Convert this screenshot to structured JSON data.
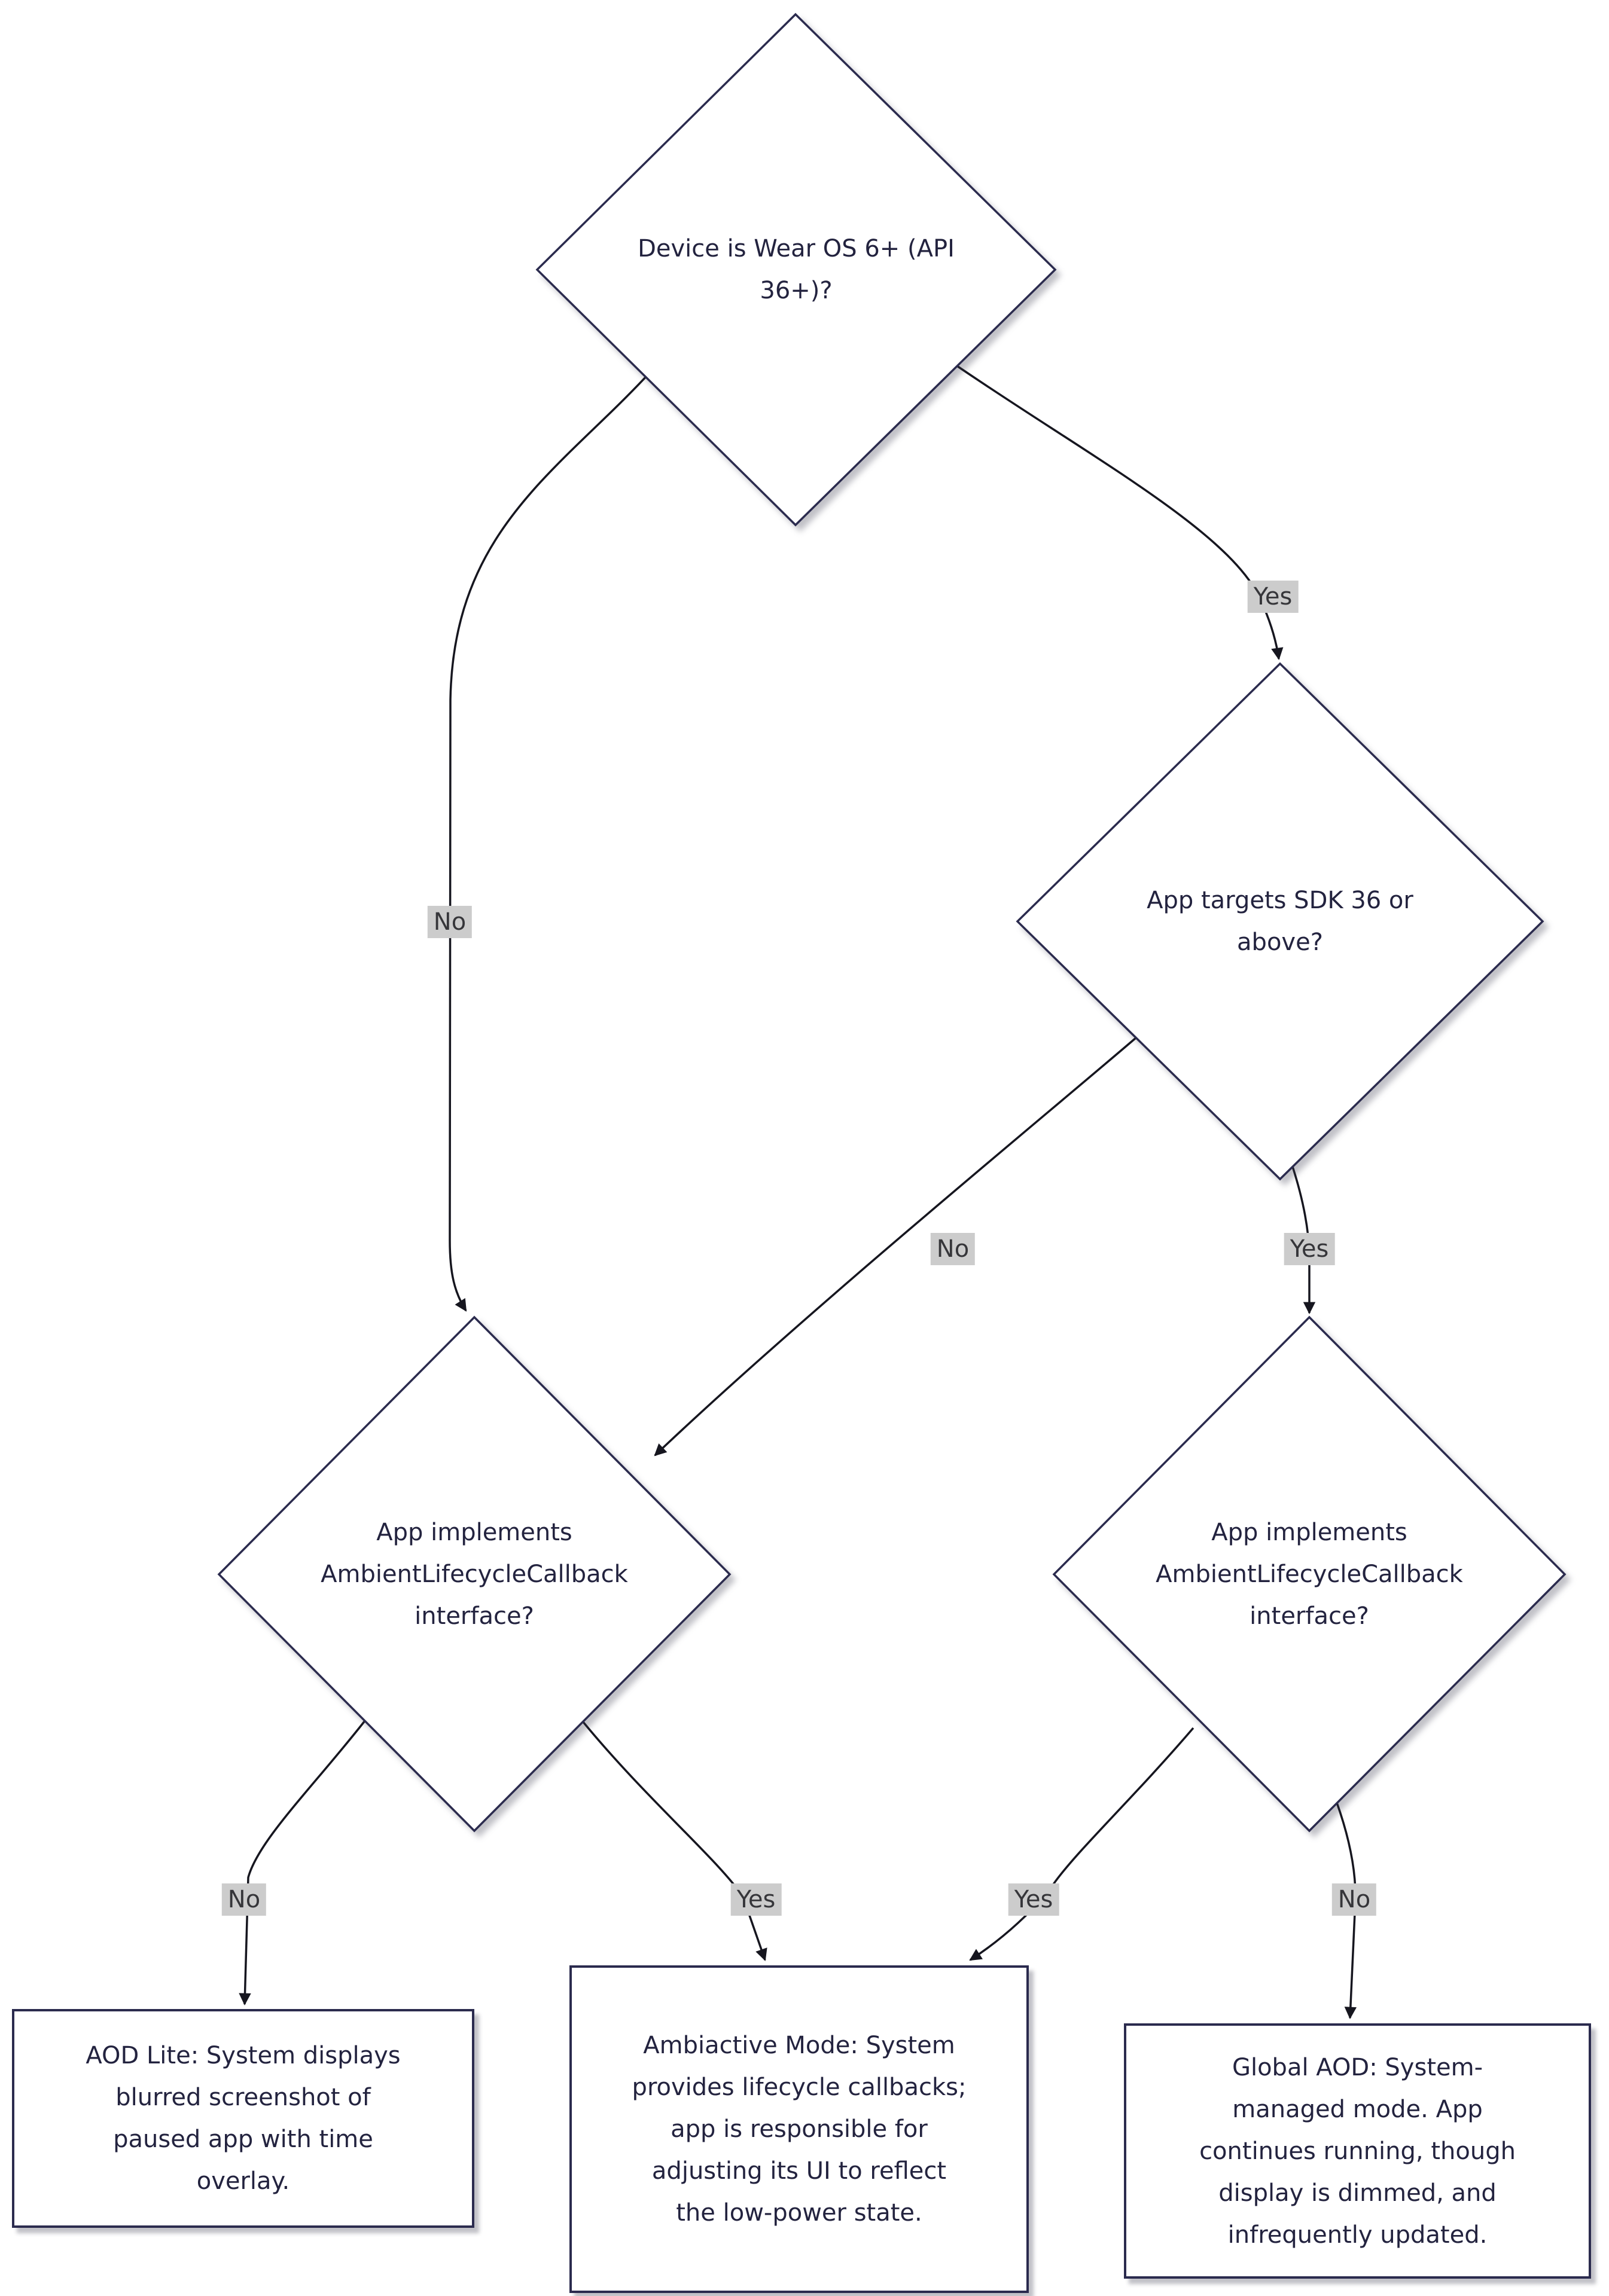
{
  "diagram": {
    "decisions": {
      "device_wear_os_6": "Device is Wear OS 6+ (API 36+)?",
      "targets_sdk_36": "App targets SDK 36 or above?",
      "implements_callback_left": "App implements AmbientLifecycleCallback interface?",
      "implements_callback_right": "App implements AmbientLifecycleCallback interface?"
    },
    "outcomes": {
      "aod_lite": "AOD Lite: System displays blurred screenshot of paused app with time overlay.",
      "ambiactive_mode": "Ambiactive Mode: System provides lifecycle callbacks; app is responsible for adjusting its UI to reflect the low-power state.",
      "global_aod": "Global AOD: System-managed mode. App continues running, though display is dimmed, and infrequently updated."
    },
    "edge_labels": {
      "device_no": "No",
      "device_yes": "Yes",
      "sdk_no": "No",
      "sdk_yes": "Yes",
      "left_callback_no": "No",
      "left_callback_yes": "Yes",
      "right_callback_yes": "Yes",
      "right_callback_no": "No"
    },
    "colors": {
      "background": "#ffffff",
      "node_fill": "#ffffff",
      "node_border": "#2b2b4e",
      "text": "#23233f",
      "edge_line": "#16161f",
      "edge_label_bg": "#cccccc",
      "edge_label_text": "#36363a"
    }
  }
}
